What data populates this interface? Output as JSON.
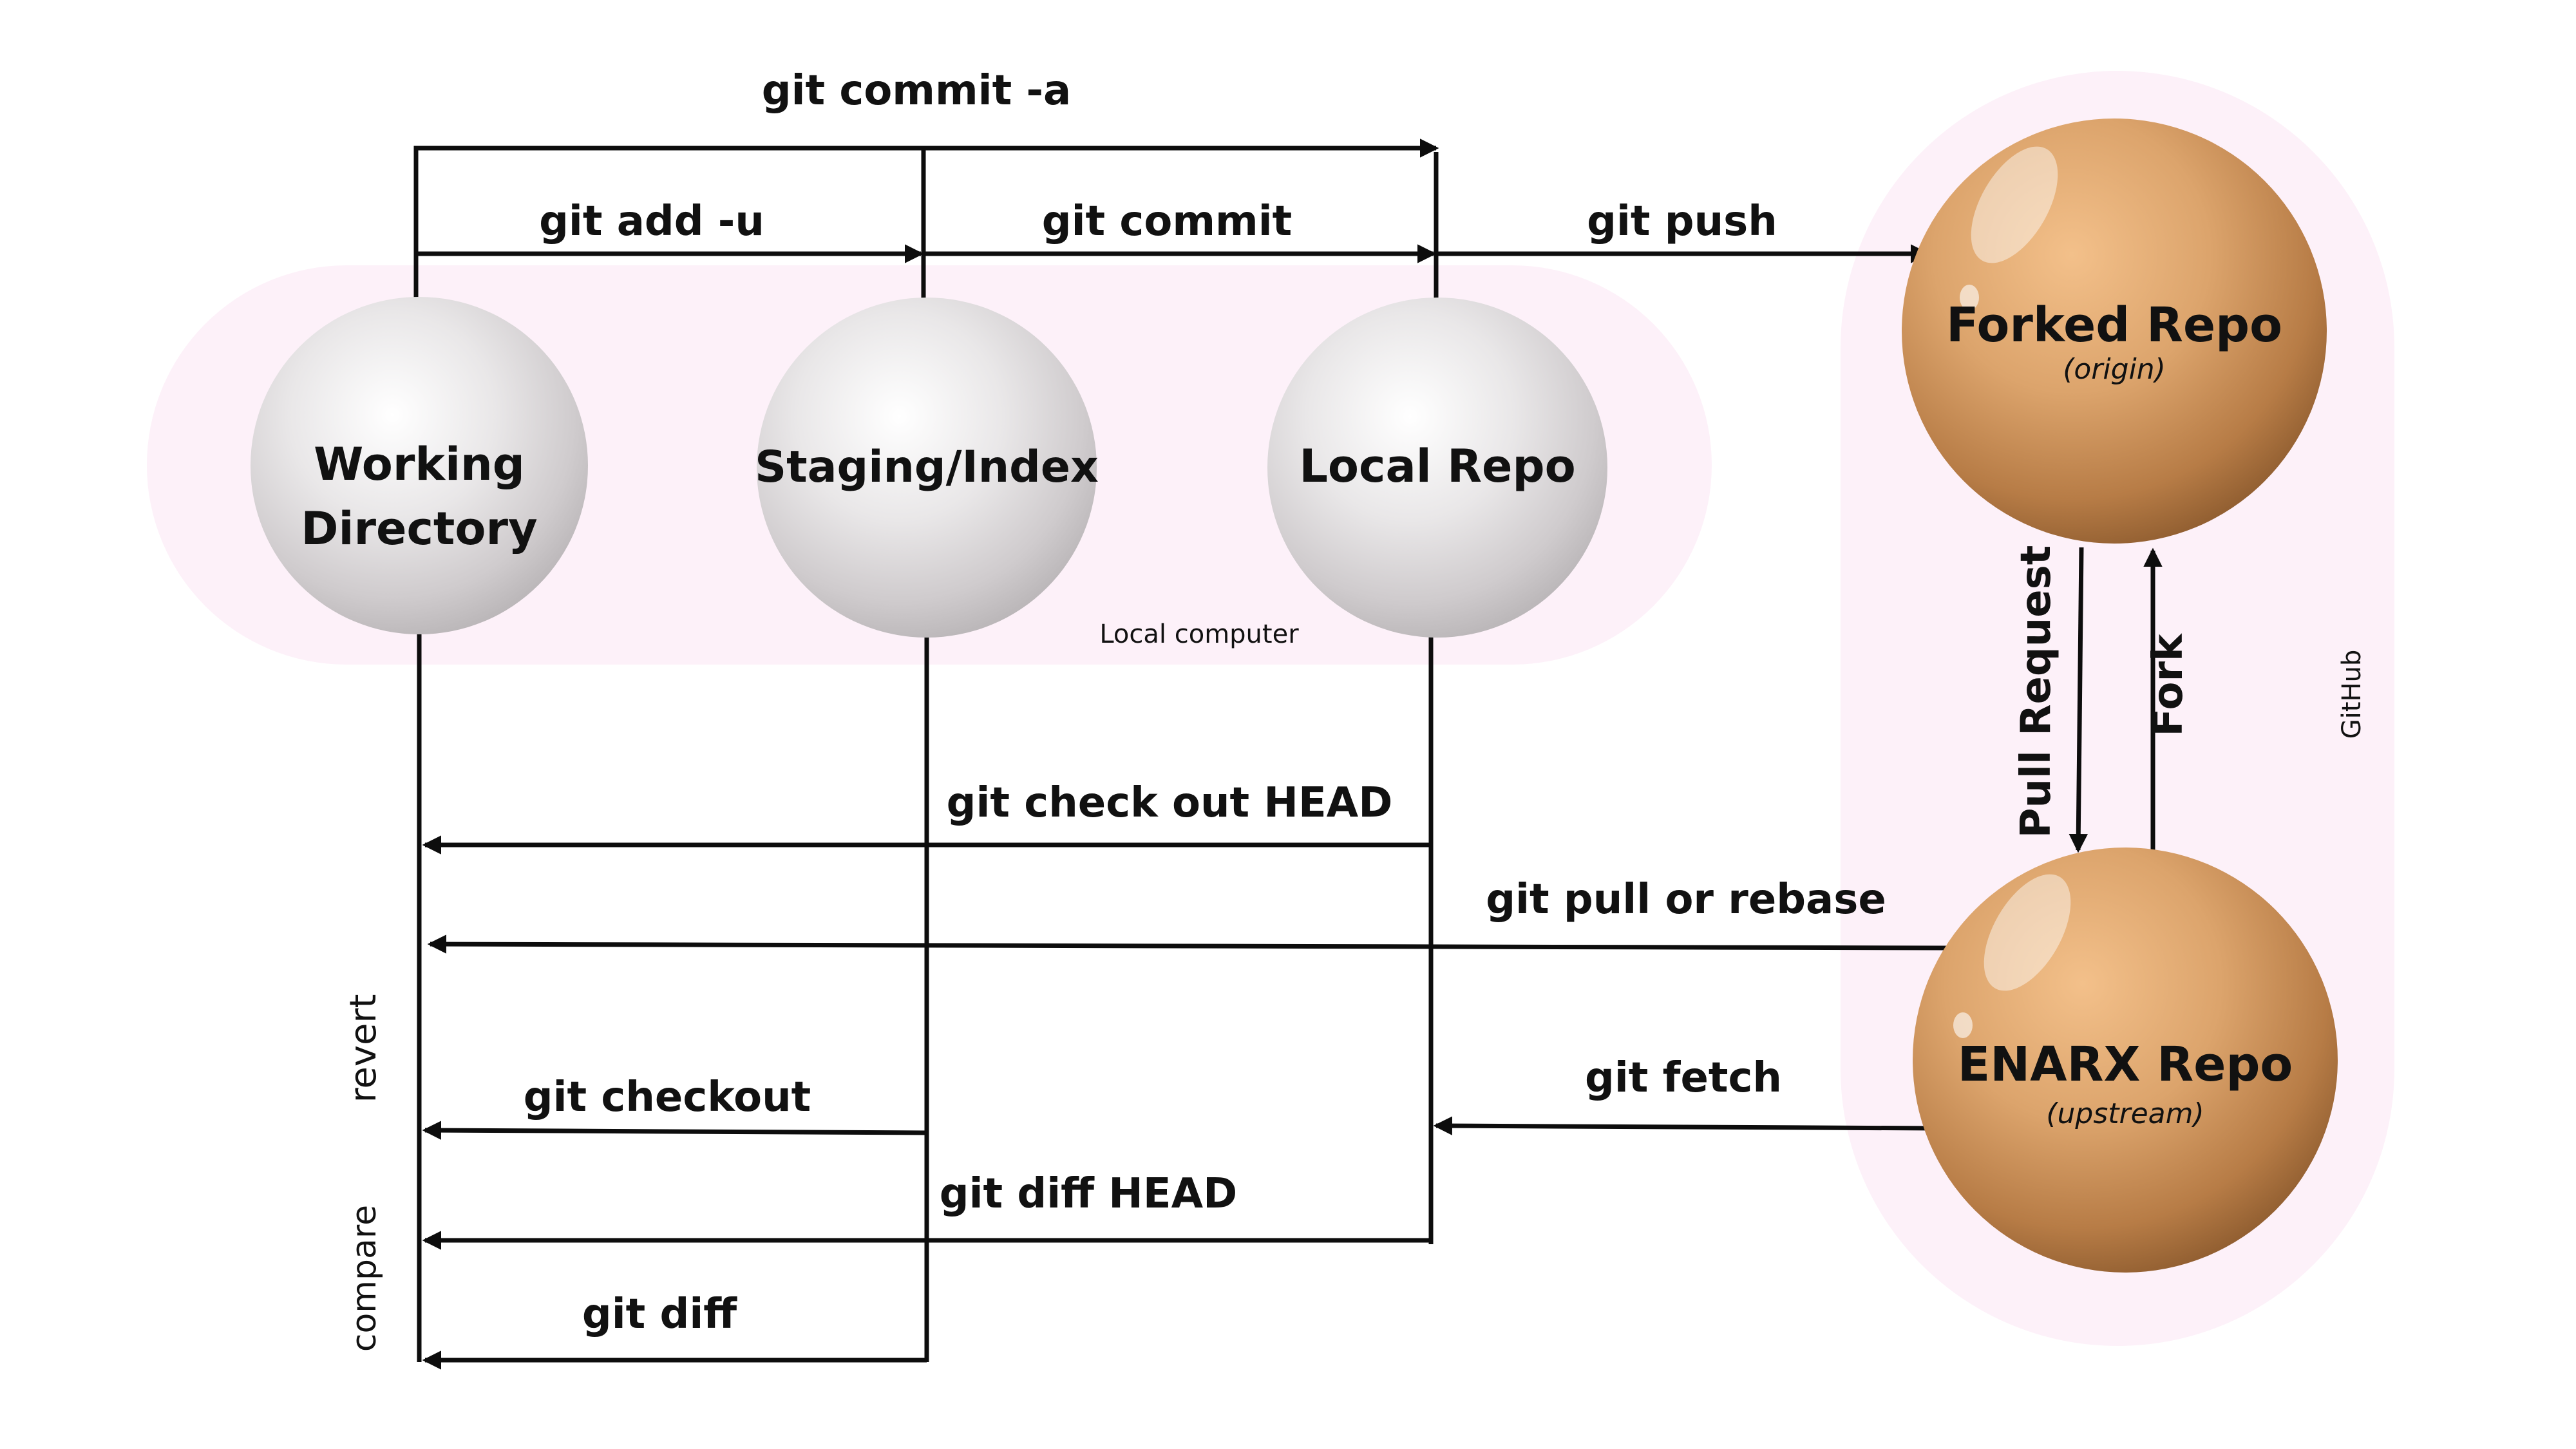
{
  "regions": {
    "local": "Local computer",
    "github": "GitHub"
  },
  "side_labels": {
    "revert": "revert",
    "compare": "compare"
  },
  "nodes": {
    "working": {
      "line1": "Working",
      "line2": "Directory"
    },
    "staging": {
      "title": "Staging/Index"
    },
    "local_repo": {
      "title": "Local Repo"
    },
    "forked": {
      "title": "Forked Repo",
      "sub": "(origin)"
    },
    "enarx": {
      "title": "ENARX Repo",
      "sub": "(upstream)"
    }
  },
  "commands": {
    "commit_a": "git commit -a",
    "add_u": "git add -u",
    "commit": "git commit",
    "push": "git push",
    "checkout_head": "git check out HEAD",
    "pull_rebase": "git pull or rebase",
    "checkout": "git checkout",
    "fetch": "git fetch",
    "diff_head": "git diff HEAD",
    "diff": "git diff",
    "pull_request": "Pull Request",
    "fork": "Fork"
  },
  "colors": {
    "local_region": "#fdf1f9",
    "github_region": "#fdf1f9",
    "gray_sphere": "#e2e0e1",
    "copper_sphere": "#d49a62",
    "lines": "#0d0d0d"
  }
}
